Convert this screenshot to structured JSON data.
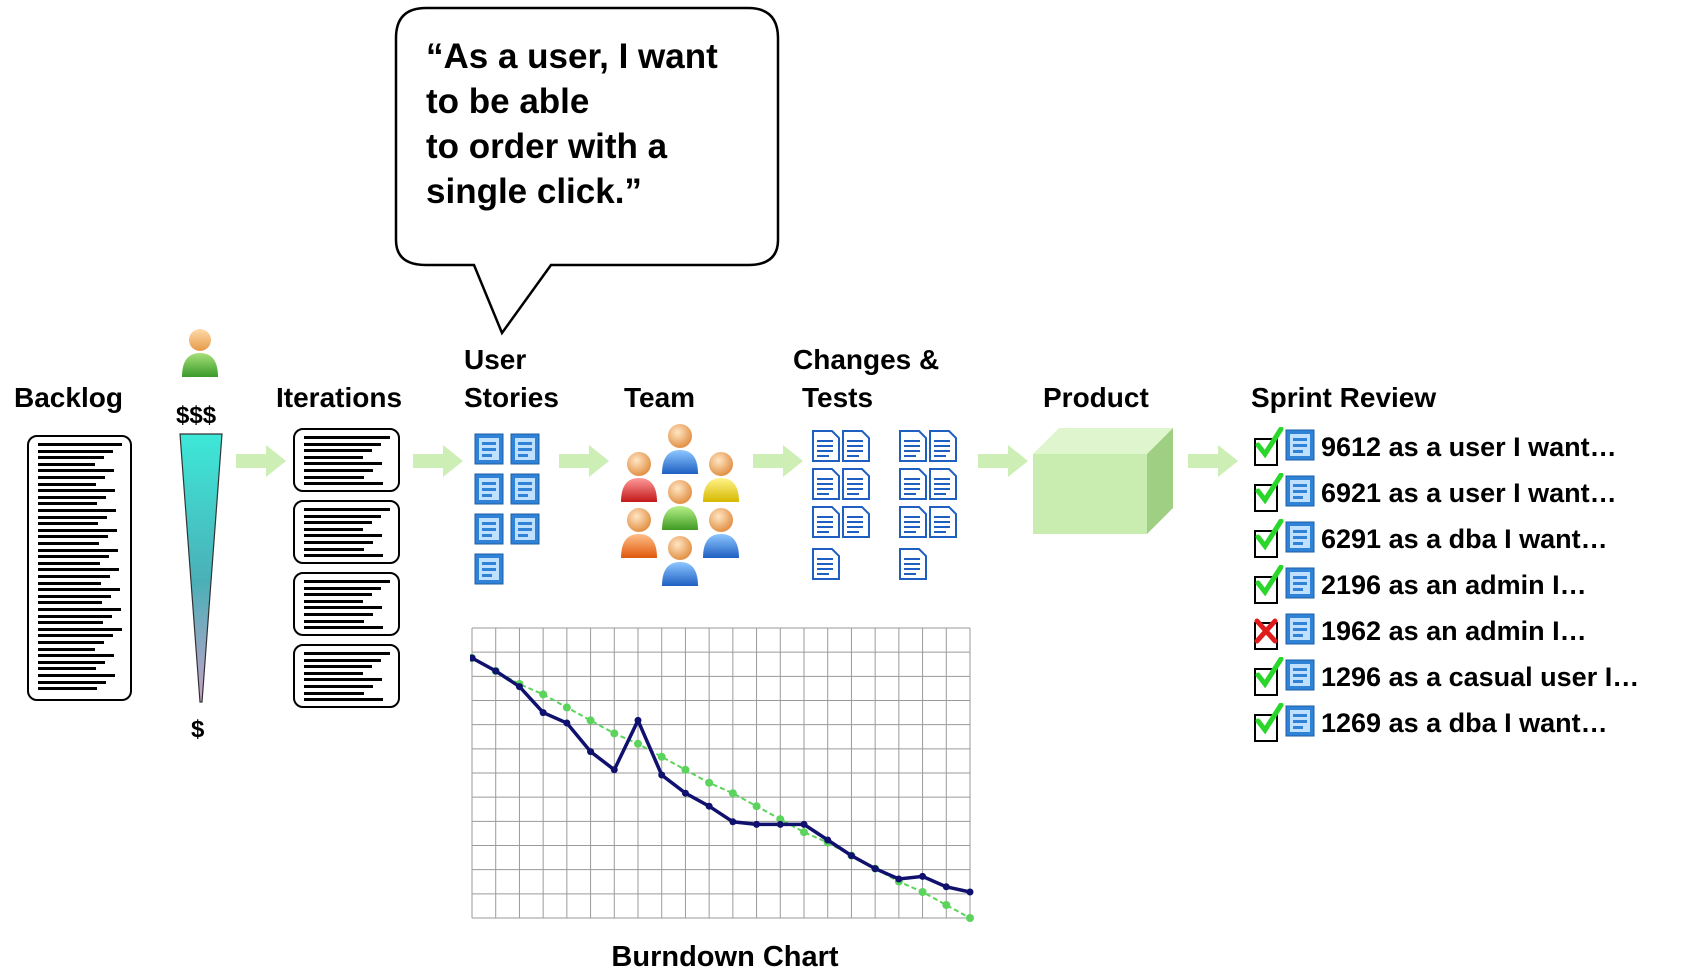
{
  "bubble": {
    "lines": [
      "“As a user, I want",
      "to be able",
      "to order with a",
      "single click.”"
    ]
  },
  "stages": {
    "backlog": "Backlog",
    "value_high": "$$$",
    "value_low": "$",
    "iterations": "Iterations",
    "user_stories_line1": "User",
    "user_stories_line2": "Stories",
    "team": "Team",
    "changes_line1": "Changes &",
    "changes_line2": "Tests",
    "product": "Product",
    "sprint_review": "Sprint Review"
  },
  "sprint_review": [
    {
      "text": "9612 as a user I want…",
      "status": "done"
    },
    {
      "text": "6921 as a user I want…",
      "status": "done"
    },
    {
      "text": "6291 as a dba I want…",
      "status": "done"
    },
    {
      "text": "2196 as an admin I…",
      "status": "done"
    },
    {
      "text": "1962 as an admin I…",
      "status": "rejected"
    },
    {
      "text": "1296 as a casual user I…",
      "status": "done"
    },
    {
      "text": "1269 as a dba I want…",
      "status": "done"
    }
  ],
  "colors": {
    "arrow": "#cdeeb5",
    "product_box": "#c9ecb0",
    "check": "#2ad62a",
    "cross": "#e01b1b",
    "actual_line": "#10106e",
    "ideal_line": "#5cd35c",
    "gradient_top": "#3de8d8",
    "gradient_bottom": "#c8a0c8"
  },
  "chart_data": {
    "type": "line",
    "title": "Burndown Chart",
    "xlabel": "",
    "ylabel": "",
    "x": [
      0,
      1,
      2,
      3,
      4,
      5,
      6,
      7,
      8,
      9,
      10,
      11,
      12,
      13,
      14,
      15,
      16,
      17,
      18,
      19,
      20,
      21
    ],
    "xlim": [
      0,
      21
    ],
    "ylim": [
      0,
      100
    ],
    "grid": true,
    "series": [
      {
        "values": [
          100,
          95,
          89,
          79,
          75,
          64,
          57,
          76,
          55,
          48,
          43,
          37,
          36,
          36,
          36,
          30,
          24,
          19,
          15,
          16,
          12,
          10
        ]
      },
      {
        "values": [
          100,
          95,
          90,
          86,
          81,
          76,
          71,
          67,
          62,
          57,
          52,
          48,
          43,
          38,
          33,
          29,
          24,
          19,
          14,
          10,
          5,
          0
        ]
      }
    ]
  }
}
